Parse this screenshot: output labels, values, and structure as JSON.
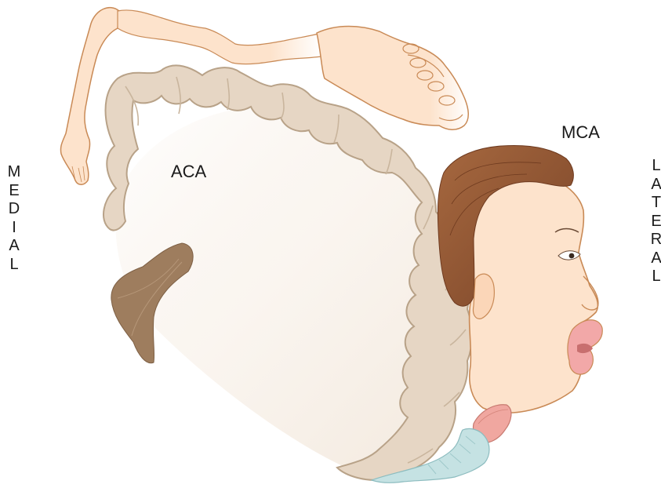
{
  "labels": {
    "aca": "ACA",
    "mca": "MCA",
    "medial": "MEDIAL",
    "lateral": "LATERAL"
  },
  "colors": {
    "skin": "#fde3cc",
    "skin_outline": "#c98a56",
    "cortex": "#e6d5c3",
    "cortex_outline": "#b9a48c",
    "white_matter": "#f5ece2",
    "basal_nucleus": "#9e7d5e",
    "hair": "#8c5232",
    "lips": "#f2a8a8",
    "tongue": "#f0a7a0",
    "larynx": "#c5e2e3"
  },
  "icons": [
    "leg-icon",
    "hand-icon",
    "face-icon",
    "tongue-icon",
    "larynx-icon"
  ]
}
